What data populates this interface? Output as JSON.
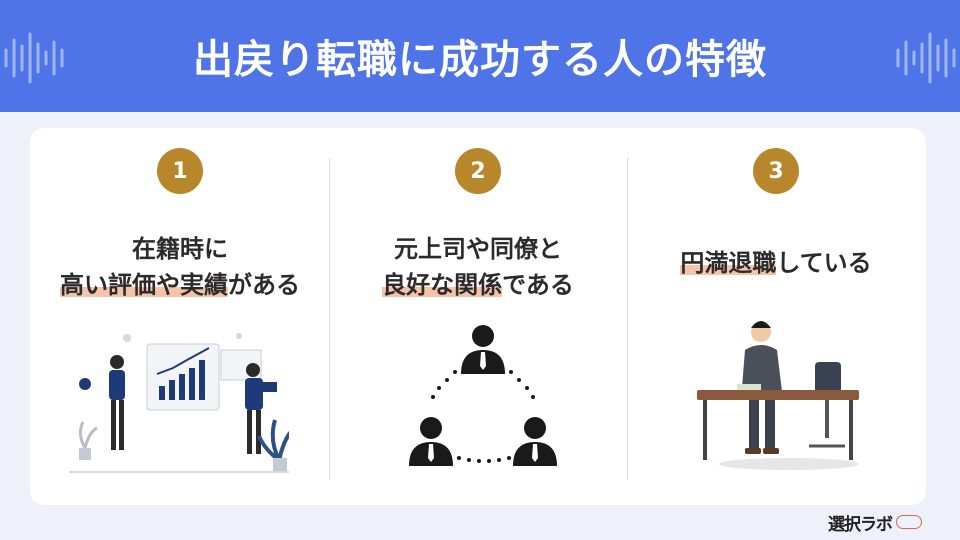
{
  "title": "出戻り転職に成功する人の特徴",
  "items": [
    {
      "number": "1",
      "line1": "在籍時に",
      "line2_highlight": "高い評価や実績",
      "line2_rest": "がある",
      "illustration": "business-presentation-illustration"
    },
    {
      "number": "2",
      "line1": "元上司や同僚と",
      "line2_highlight": "良好な関係",
      "line2_rest": "である",
      "illustration": "network-people-icon"
    },
    {
      "number": "3",
      "line1_highlight": "円満退職",
      "line1_rest": "している",
      "illustration": "businessman-desk-illustration"
    }
  ],
  "logo": {
    "text": "選択ラボ",
    "badge_icon": "badge-logo-icon"
  },
  "colors": {
    "header_bg": "#4f74e8",
    "number_badge": "#b8862b",
    "highlight": "#f6c3a8",
    "figure_navy": "#1f3a78"
  }
}
